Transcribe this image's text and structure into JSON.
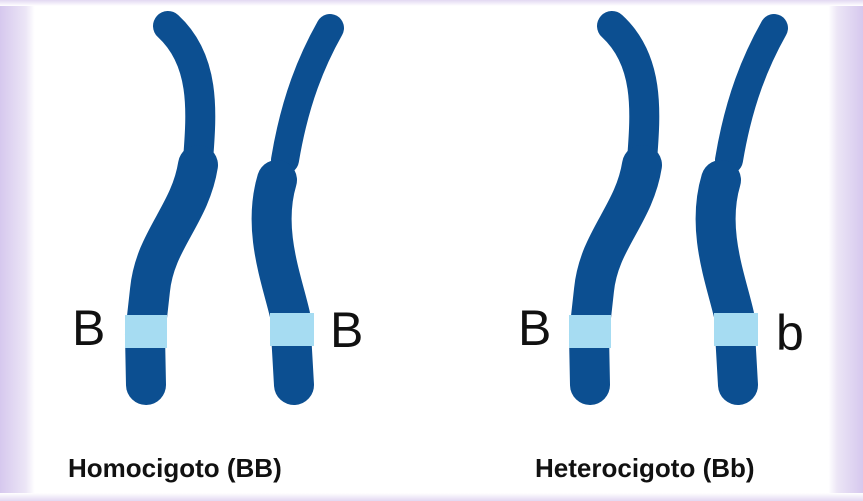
{
  "colors": {
    "chromosome": "#0c4f91",
    "allele_band": "#a6dcf2",
    "text": "#111111",
    "background": "#ffffff",
    "frame": "#d6c8ee"
  },
  "homozygous": {
    "caption": "Homocigoto (BB)",
    "allele_left": "B",
    "allele_right": "B"
  },
  "heterozygous": {
    "caption": "Heterocigoto (Bb)",
    "allele_left": "B",
    "allele_right": "b"
  }
}
